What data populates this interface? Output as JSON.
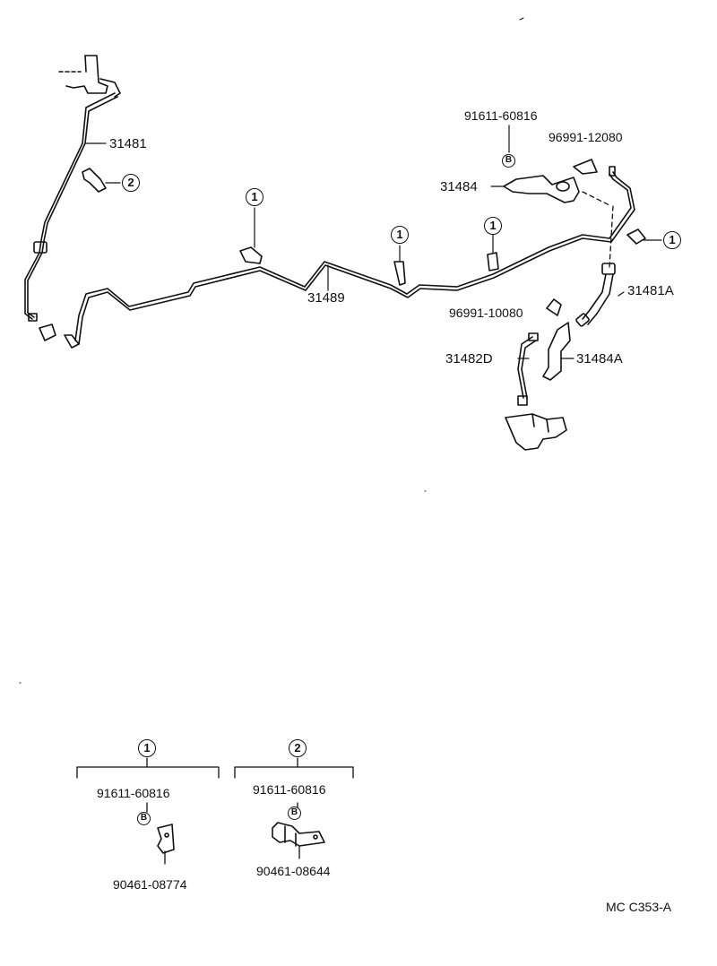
{
  "diagram": {
    "drawing_code": "MC C353-A",
    "callouts": {
      "brake_tube_front": "31481",
      "brake_tube_main": "31489",
      "bracket_upper": "31484",
      "hose_flexible": "31481A",
      "tube_rear": "31482D",
      "bracket_lower": "31484A",
      "bolt_upper": "91611-60816",
      "clip_upper": "96991-12080",
      "clip_lower": "96991-10080"
    },
    "ref_marks": {
      "one": "1",
      "two": "2",
      "bolt_letter": "B"
    },
    "legend": {
      "group_one": {
        "mark": "1",
        "bolt": "91611-60816",
        "bolt_letter": "B",
        "clamp": "90461-08774"
      },
      "group_two": {
        "mark": "2",
        "bolt": "91611-60816",
        "bolt_letter": "B",
        "clamp": "90461-08644"
      }
    }
  }
}
